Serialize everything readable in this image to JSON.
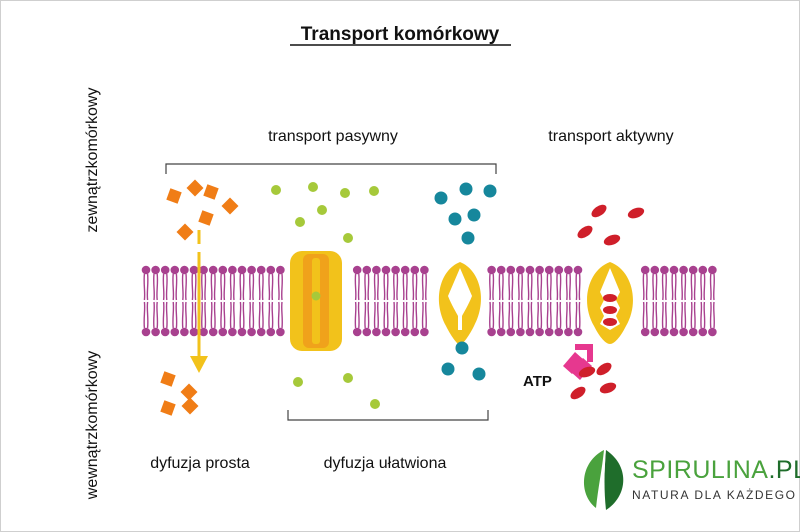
{
  "title": "Transport komórkowy",
  "side_labels": {
    "outside": "zewnątrzkomórkowy",
    "inside": "wewnątrzkomórkowy"
  },
  "section_labels": {
    "passive": "transport pasywny",
    "active": "transport aktywny",
    "simple_diffusion": "dyfuzja prosta",
    "facilitated_diffusion": "dyfuzja ułatwiona"
  },
  "energy_label": "ATP",
  "logo": {
    "brand_main": "SPIRULINA",
    "brand_suffix": ".PL",
    "tagline": "NATURA DLA KAŻDEGO"
  },
  "colors": {
    "lipid": "#a8418f",
    "orange_molecule": "#f07d16",
    "green_molecule": "#a6c93a",
    "teal_molecule": "#16879c",
    "red_molecule": "#cf1f2a",
    "channel_yellow": "#f2c21b",
    "channel_orange": "#f0a21b",
    "atp_pink": "#e6388f",
    "logo_green": "#4aa23d",
    "logo_dark": "#1f6d2b"
  }
}
